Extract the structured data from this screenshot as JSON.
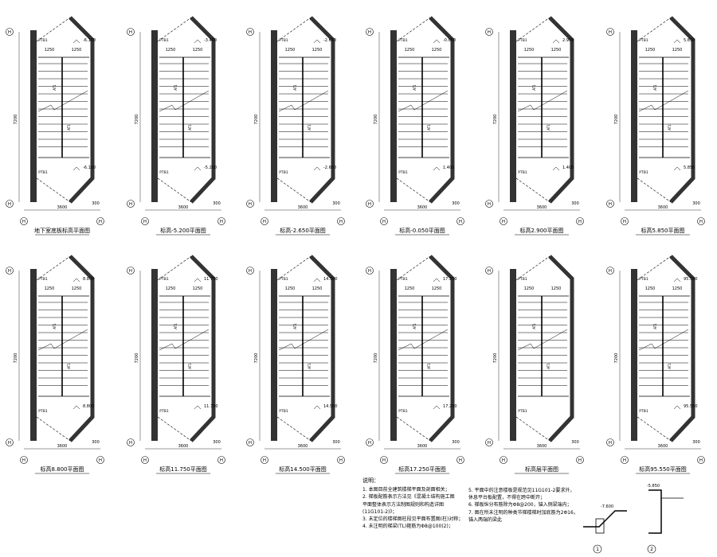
{
  "plans": [
    {
      "caption": "地下室底板标高平面图",
      "level_top": "-6.100",
      "level_bottom": "-6.100",
      "w_left": "1250",
      "w_right": "1250"
    },
    {
      "caption": "标高-5.200平面图",
      "level_top": "-3.400",
      "level_bottom": "-5.200",
      "w_left": "1250",
      "w_right": "1250"
    },
    {
      "caption": "标高-2.650平面图",
      "level_top": "-2.650",
      "level_bottom": "-2.650",
      "w_left": "1250",
      "w_right": "1250"
    },
    {
      "caption": "标高-0.050平面图",
      "level_top": "-0.050",
      "level_bottom": "1.400",
      "w_left": "1250",
      "w_right": "1250"
    },
    {
      "caption": "标高2.900平面图",
      "level_top": "2.900",
      "level_bottom": "1.400",
      "w_left": "1250",
      "w_right": "1250"
    },
    {
      "caption": "标高5.850平面图",
      "level_top": "5.850",
      "level_bottom": "5.850",
      "w_left": "1250",
      "w_right": "1250"
    },
    {
      "caption": "标高8.800平面图",
      "level_top": "8.800",
      "level_bottom": "8.800",
      "w_left": "1250",
      "w_right": "1250"
    },
    {
      "caption": "标高11.750平面图",
      "level_top": "11.750",
      "level_bottom": "11.750",
      "w_left": "1250",
      "w_right": "1250"
    },
    {
      "caption": "标高14.500平面图",
      "level_top": "14.500",
      "level_bottom": "14.500",
      "w_left": "1250",
      "w_right": "1250"
    },
    {
      "caption": "标高17.250平面图",
      "level_top": "17.250",
      "level_bottom": "17.250",
      "w_left": "1250",
      "w_right": "1250"
    },
    {
      "caption": "标高层平面图",
      "level_top": "",
      "level_bottom": "",
      "w_left": "1250",
      "w_right": "1250"
    },
    {
      "caption": "标高95.550平面图",
      "level_top": "95.550",
      "level_bottom": "95.550",
      "w_left": "1250",
      "w_right": "1250"
    }
  ],
  "common": {
    "axis_tag": "H",
    "dim_total_vertical": "7200",
    "dim_bottom": "3600",
    "dim_offset": "300",
    "platform_label": "PTB1",
    "tread_label": "AT1"
  },
  "notes": {
    "title": "说明：",
    "lines": [
      "1. 本图目前全建筑楼梯平面及剖面相关；",
      "2. 梯板配筋表示方法见《混凝土结构施工图",
      "   平面整体表示方法制图规则和构造详图",
      "   (11G101-2)》；",
      "3. 未定位的楼梯图柱段见平面布置图(柱)对称；",
      "4. 未注明的梯梁(TL)箍筋为Φ8@100(2)；"
    ],
    "lines2": [
      "5. 平面中的注意楼板是规范见11G101-2要求外，",
      "   休息平台板配置，不得在跨中断开；",
      "6. 梯板纵分布筋除为Φ8@200，锚入侧梁端内；",
      "7. 图在所未注明的种类节梯楼梯时加底筋为2Φ16，",
      "   锚入两端的梁此"
    ]
  },
  "details": [
    {
      "number": "1",
      "level": "-7.600"
    },
    {
      "number": "2",
      "level": "-5.850"
    }
  ]
}
